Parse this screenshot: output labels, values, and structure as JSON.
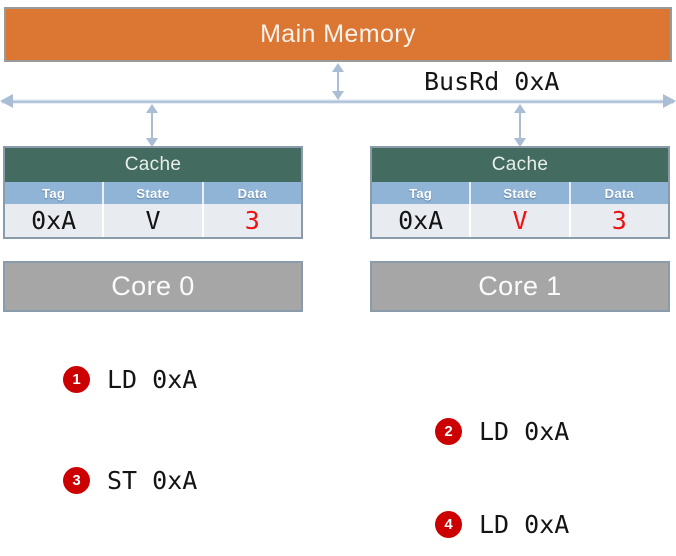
{
  "main_memory": {
    "label": "Main Memory",
    "color": "#DC7633"
  },
  "bus": {
    "label": "BusRd 0xA",
    "color": "#a9bdd4"
  },
  "caches": [
    {
      "title": "Cache",
      "columns": [
        "Tag",
        "State",
        "Data"
      ],
      "row": {
        "tag": "0xA",
        "state": "V",
        "data": "3"
      },
      "highlight": {
        "tag": false,
        "state": false,
        "data": true
      }
    },
    {
      "title": "Cache",
      "columns": [
        "Tag",
        "State",
        "Data"
      ],
      "row": {
        "tag": "0xA",
        "state": "V",
        "data": "3"
      },
      "highlight": {
        "tag": false,
        "state": true,
        "data": true
      }
    }
  ],
  "cores": [
    {
      "label": "Core 0"
    },
    {
      "label": "Core 1"
    }
  ],
  "steps": [
    {
      "number": "1",
      "text": "LD 0xA"
    },
    {
      "number": "2",
      "text": "LD 0xA"
    },
    {
      "number": "3",
      "text": "ST 0xA"
    },
    {
      "number": "4",
      "text": "LD 0xA"
    }
  ],
  "colors": {
    "memory_fill": "#DC7633",
    "cache_title_fill": "#436b5f",
    "cache_header_fill": "#8fb4d6",
    "core_fill": "#a6a6a6",
    "badge_fill": "#cc0000",
    "highlight_text": "#ee1111"
  }
}
